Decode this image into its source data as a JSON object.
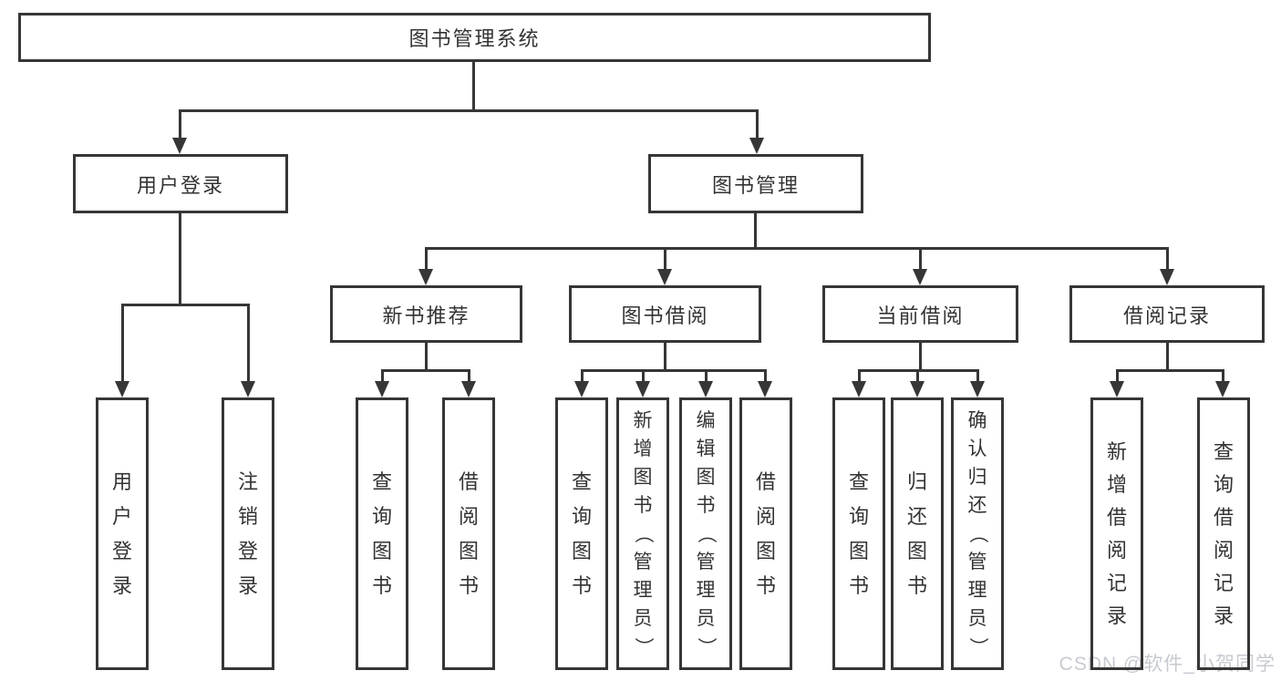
{
  "diagram": {
    "root": {
      "label": "图书管理系统"
    },
    "level2": [
      {
        "label": "用户登录"
      },
      {
        "label": "图书管理"
      }
    ],
    "level3": [
      {
        "label": "新书推荐"
      },
      {
        "label": "图书借阅"
      },
      {
        "label": "当前借阅"
      },
      {
        "label": "借阅记录"
      }
    ],
    "leaves": {
      "user_login": [
        "用户登录",
        "注销登录"
      ],
      "new_book_recommend": [
        "查询图书",
        "借阅图书"
      ],
      "book_borrow": [
        "查询图书",
        "新增图书（管理员）",
        "编辑图书（管理员）",
        "借阅图书"
      ],
      "current_borrow": [
        "查询图书",
        "归还图书",
        "确认归还（管理员）"
      ],
      "borrow_record": [
        "新增借阅记录",
        "查询借阅记录"
      ]
    }
  },
  "watermark": {
    "text": "CSDN @软件_小贺同学"
  },
  "colors": {
    "line": "#363636",
    "box_border": "#363636",
    "text": "#333333",
    "background": "#ffffff",
    "watermark": "#c7cad0"
  }
}
